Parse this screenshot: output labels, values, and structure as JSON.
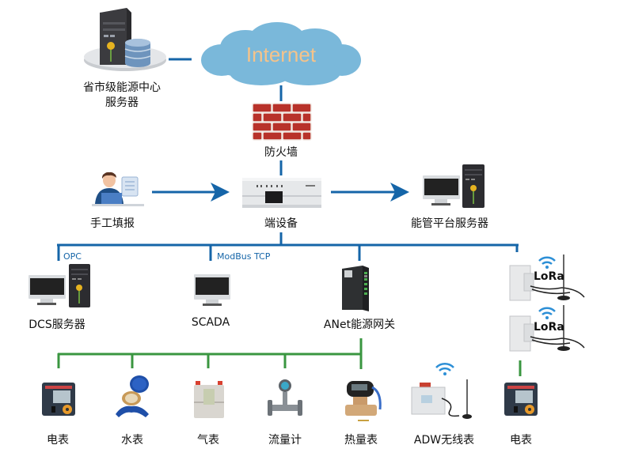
{
  "colors": {
    "blue_line": "#1565a8",
    "green_line": "#3a9640",
    "cloud": "#7ab8da",
    "cloud_text": "#f5c38a",
    "brick": "#b8322a",
    "wifi": "#2d8fd6"
  },
  "top": {
    "provincial_server": {
      "line1": "省市级能源中心",
      "line2": "服务器",
      "icon": "server-database-icon"
    },
    "internet": {
      "label": "Internet",
      "icon": "cloud-icon"
    },
    "firewall": {
      "label": "防火墙",
      "icon": "brick-wall-icon"
    }
  },
  "middle": {
    "manual_entry": {
      "label": "手工填报",
      "icon": "person-laptop-icon"
    },
    "edge_device": {
      "label": "端设备",
      "icon": "rack-device-icon"
    },
    "platform_server": {
      "label": "能管平台服务器",
      "icon": "desktop-server-icon"
    }
  },
  "bus": {
    "protocols": {
      "opc": "OPC",
      "modbus": "ModBus TCP"
    },
    "nodes": [
      {
        "label": "DCS服务器",
        "icon": "desktop-server-icon"
      },
      {
        "label": "SCADA",
        "icon": "monitor-icon"
      },
      {
        "label": "ANet能源网关",
        "icon": "gateway-icon"
      }
    ],
    "lora": [
      {
        "label": "LoRa",
        "icon": "lora-module-icon"
      },
      {
        "label": "LoRa",
        "icon": "lora-module-icon"
      }
    ]
  },
  "meters": [
    {
      "label": "电表",
      "icon": "electric-meter-icon"
    },
    {
      "label": "水表",
      "icon": "water-meter-icon"
    },
    {
      "label": "气表",
      "icon": "gas-meter-icon"
    },
    {
      "label": "流量计",
      "icon": "flow-meter-icon"
    },
    {
      "label": "热量表",
      "icon": "heat-meter-icon"
    },
    {
      "label": "ADW无线表",
      "icon": "wireless-meter-icon"
    },
    {
      "label": "电表",
      "icon": "electric-meter-icon"
    }
  ]
}
